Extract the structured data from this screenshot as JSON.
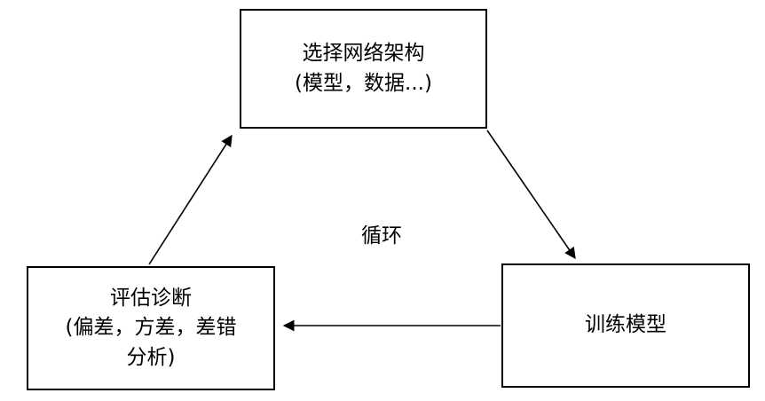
{
  "diagram": {
    "center_label": "循环",
    "nodes": {
      "architecture": {
        "line1": "选择网络架构",
        "line2": "(模型，数据...)"
      },
      "train": {
        "label": "训练模型"
      },
      "evaluate": {
        "line1": "评估诊断",
        "line2": "(偏差，方差，差错",
        "line3": "分析)"
      }
    },
    "edges": [
      {
        "from": "architecture",
        "to": "train"
      },
      {
        "from": "train",
        "to": "evaluate"
      },
      {
        "from": "evaluate",
        "to": "architecture"
      }
    ],
    "colors": {
      "stroke": "#000000",
      "box_border": "#000000",
      "background": "#ffffff",
      "text": "#000000"
    }
  }
}
